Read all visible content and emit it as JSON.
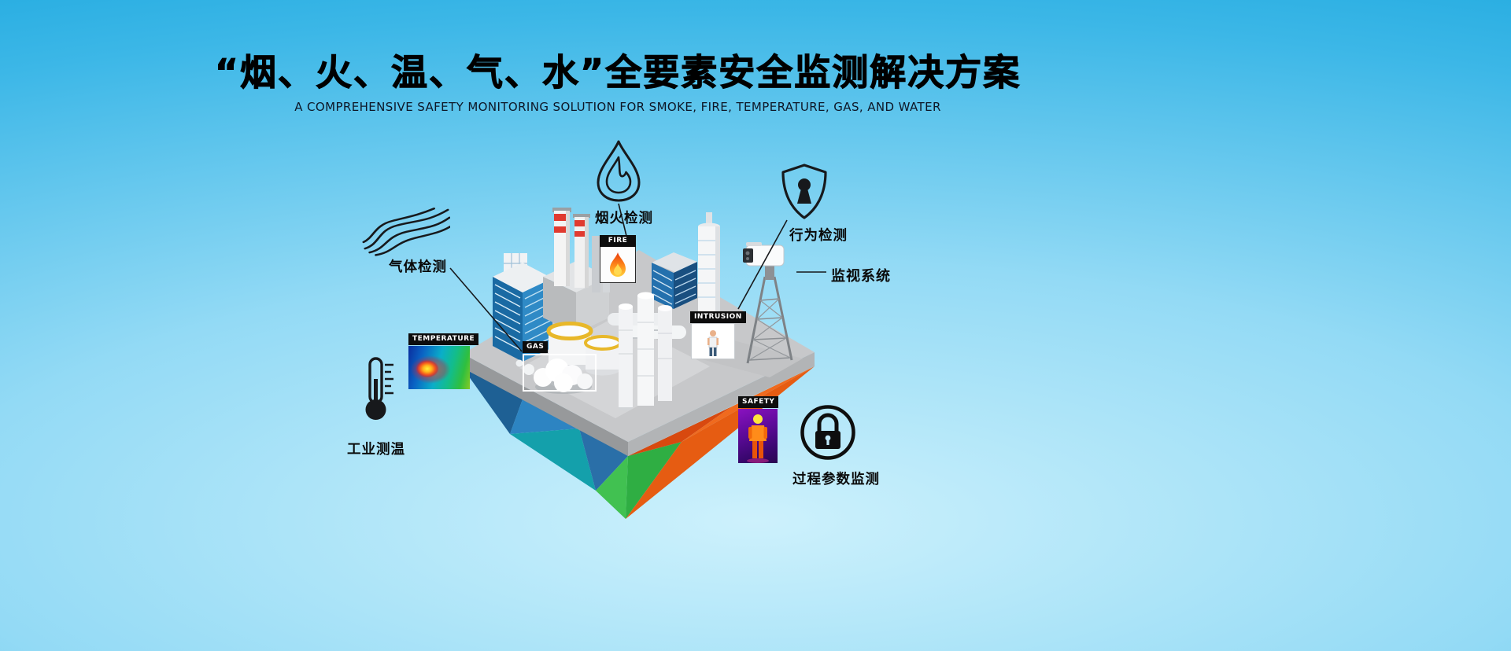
{
  "header": {
    "title": "“烟、火、温、气、水”全要素安全监测解决方案",
    "subtitle": "A COMPREHENSIVE SAFETY MONITORING SOLUTION FOR SMOKE, FIRE, TEMPERATURE, GAS, AND WATER"
  },
  "callouts": {
    "gas": {
      "label": "气体检测"
    },
    "smoke_fire": {
      "label": "烟火检测"
    },
    "behavior": {
      "label": "行为检测"
    },
    "surveillance": {
      "label": "监视系统"
    },
    "industrial_temperature": {
      "label": "工业测温"
    },
    "process_parameters": {
      "label": "过程参数监测"
    }
  },
  "scene_tags": {
    "temperature": {
      "label": "TEMPERATURE"
    },
    "fire": {
      "label": "FIRE"
    },
    "gas": {
      "label": "GAS"
    },
    "intrusion": {
      "label": "INTRUSION"
    },
    "safety": {
      "label": "SAFETY"
    }
  },
  "colors": {
    "background_top": "#1fa9df",
    "background_center": "#cdf1fc",
    "title_text": "#000000",
    "subtitle_text": "#0d1626",
    "tag_background": "#0d0d0d",
    "island_platform_gray": "#c7c8ca",
    "island_orange": "#f06a1e",
    "island_red_orange": "#d8490f",
    "island_green": "#41c151",
    "island_teal": "#14a0ab",
    "island_blue": "#2d84c2",
    "island_dark_blue": "#1e6094",
    "chimney_red": "#e03a30",
    "flame_orange": "#ff8c1a",
    "thermal_purple": "#5e0a9a",
    "tank_ring_yellow": "#e8b82a"
  }
}
